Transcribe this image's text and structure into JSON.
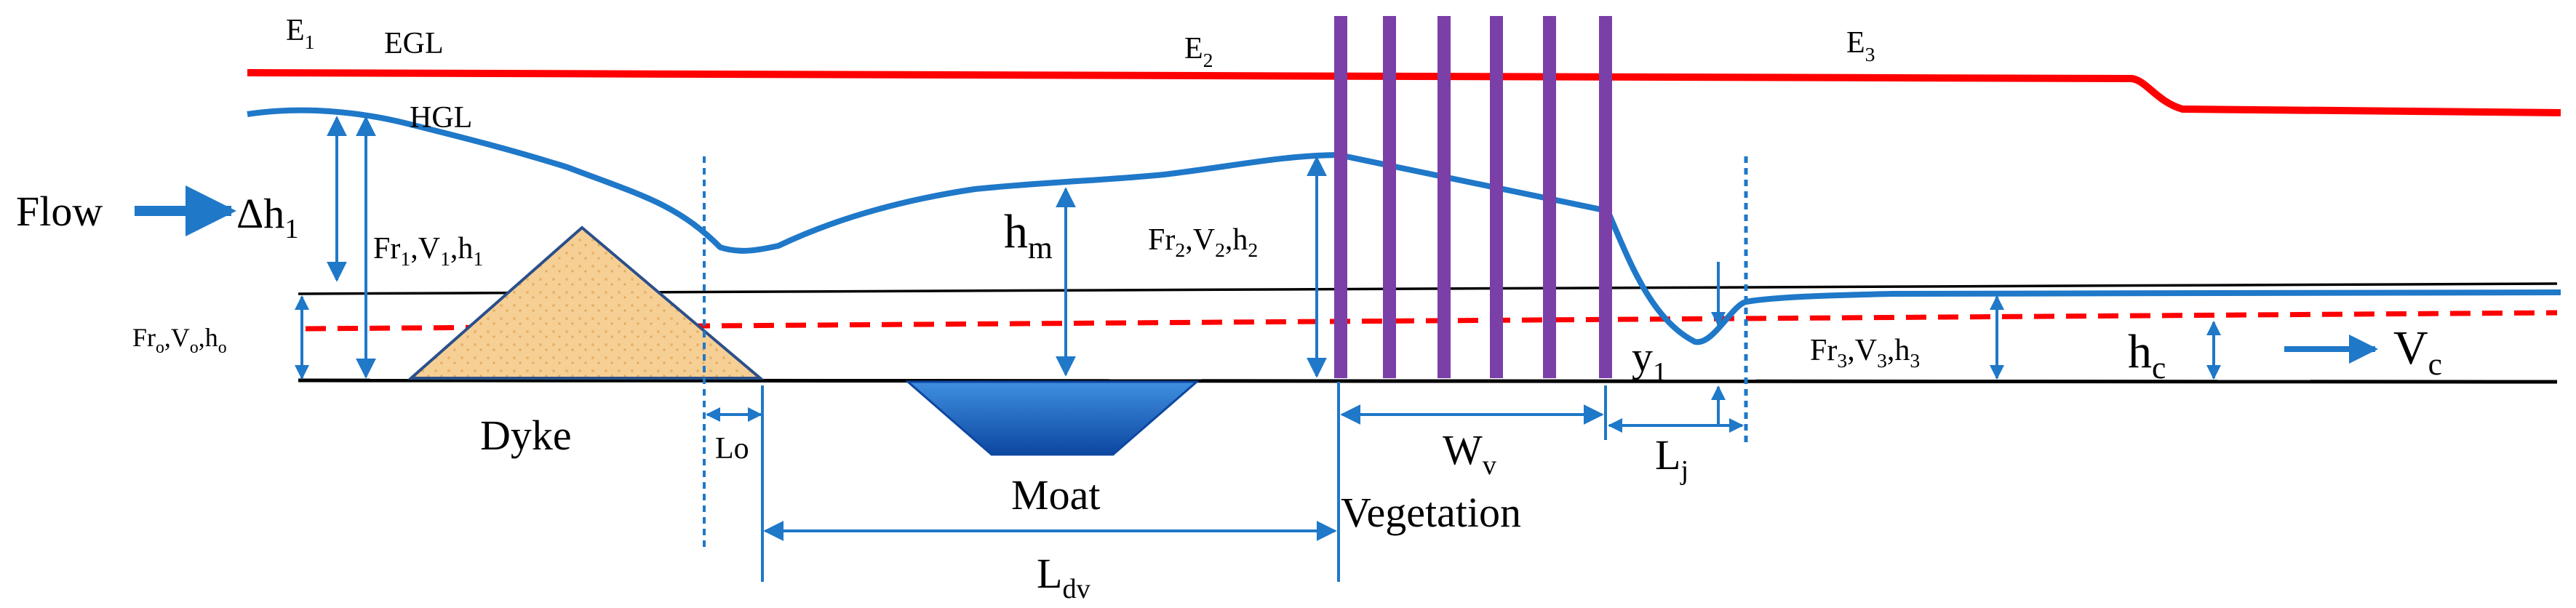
{
  "labels": {
    "flow": "Flow",
    "egl": "EGL",
    "hgl": "HGL",
    "dyke": "Dyke",
    "moat": "Moat",
    "vegetation": "Vegetation",
    "e1": {
      "base": "E",
      "sub": "1"
    },
    "e2": {
      "base": "E",
      "sub": "2"
    },
    "e3": {
      "base": "E",
      "sub": "3"
    },
    "delta_h1": {
      "base": "Δh",
      "sub": "1"
    },
    "h_m": {
      "base": "h",
      "sub": "m"
    },
    "h_c": {
      "base": "h",
      "sub": "c"
    },
    "v_c": {
      "base": "V",
      "sub": "c"
    },
    "y1": {
      "base": "y",
      "sub": "1"
    },
    "l_o": "Lo",
    "l_j": {
      "base": "L",
      "sub": "j"
    },
    "l_dv": {
      "base": "L",
      "sub": "dv"
    },
    "w_v": {
      "base": "W",
      "sub": "v"
    },
    "section0": {
      "p1": "Fr",
      "s1": "o",
      "p2": ",V",
      "s2": "o",
      "p3": ",h",
      "s3": "o"
    },
    "section1": {
      "p1": "Fr",
      "s1": "1",
      "p2": ",V",
      "s2": "1",
      "p3": ",h",
      "s3": "1"
    },
    "section2": {
      "p1": "Fr",
      "s1": "2",
      "p2": ",V",
      "s2": "2",
      "p3": ",h",
      "s3": "2"
    },
    "section3": {
      "p1": "Fr",
      "s1": "3",
      "p2": ",V",
      "s2": "3",
      "p3": ",h",
      "s3": "3"
    }
  },
  "colors": {
    "egl": "#ff0000",
    "hgl": "#1f78c8",
    "bed": "#000000",
    "normal_depth": "#ff0000",
    "dyke_fill": "#f5c98a",
    "dyke_stroke": "#2b4f8a",
    "moat_fill": "#1565c0",
    "vegetation": "#7b3fa8",
    "dimension": "#1f78c8"
  },
  "vegetation_stems": 6
}
